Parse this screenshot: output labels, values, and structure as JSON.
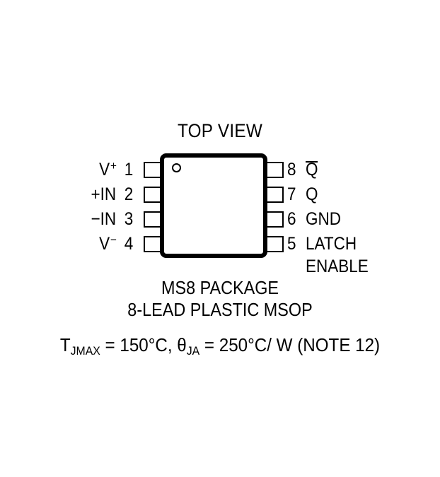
{
  "diagram": {
    "title": "TOP VIEW",
    "package_caption_line1": "MS8 PACKAGE",
    "package_caption_line2": "8-LEAD PLASTIC MSOP",
    "pin1_indicator": "pin-1-dot",
    "pins_left": [
      {
        "number": "1",
        "name": "V",
        "sup": "+"
      },
      {
        "number": "2",
        "name": "+IN",
        "sup": ""
      },
      {
        "number": "3",
        "name": "−IN",
        "sup": ""
      },
      {
        "number": "4",
        "name": "V",
        "sup": "−"
      }
    ],
    "pins_right": [
      {
        "number": "8",
        "name": "Q",
        "overbar": true,
        "name2": ""
      },
      {
        "number": "7",
        "name": "Q",
        "overbar": false,
        "name2": ""
      },
      {
        "number": "6",
        "name": "GND",
        "overbar": false,
        "name2": ""
      },
      {
        "number": "5",
        "name": "LATCH",
        "overbar": false,
        "name2": "ENABLE"
      }
    ],
    "thermal": {
      "t_symbol": "T",
      "t_sub": "JMAX",
      "t_value": " = 150°C, ",
      "theta_symbol": "θ",
      "theta_sub": "JA",
      "theta_value": " = 250°C/ W (NOTE 12)"
    },
    "colors": {
      "ink": "#000000",
      "background": "#ffffff"
    }
  }
}
